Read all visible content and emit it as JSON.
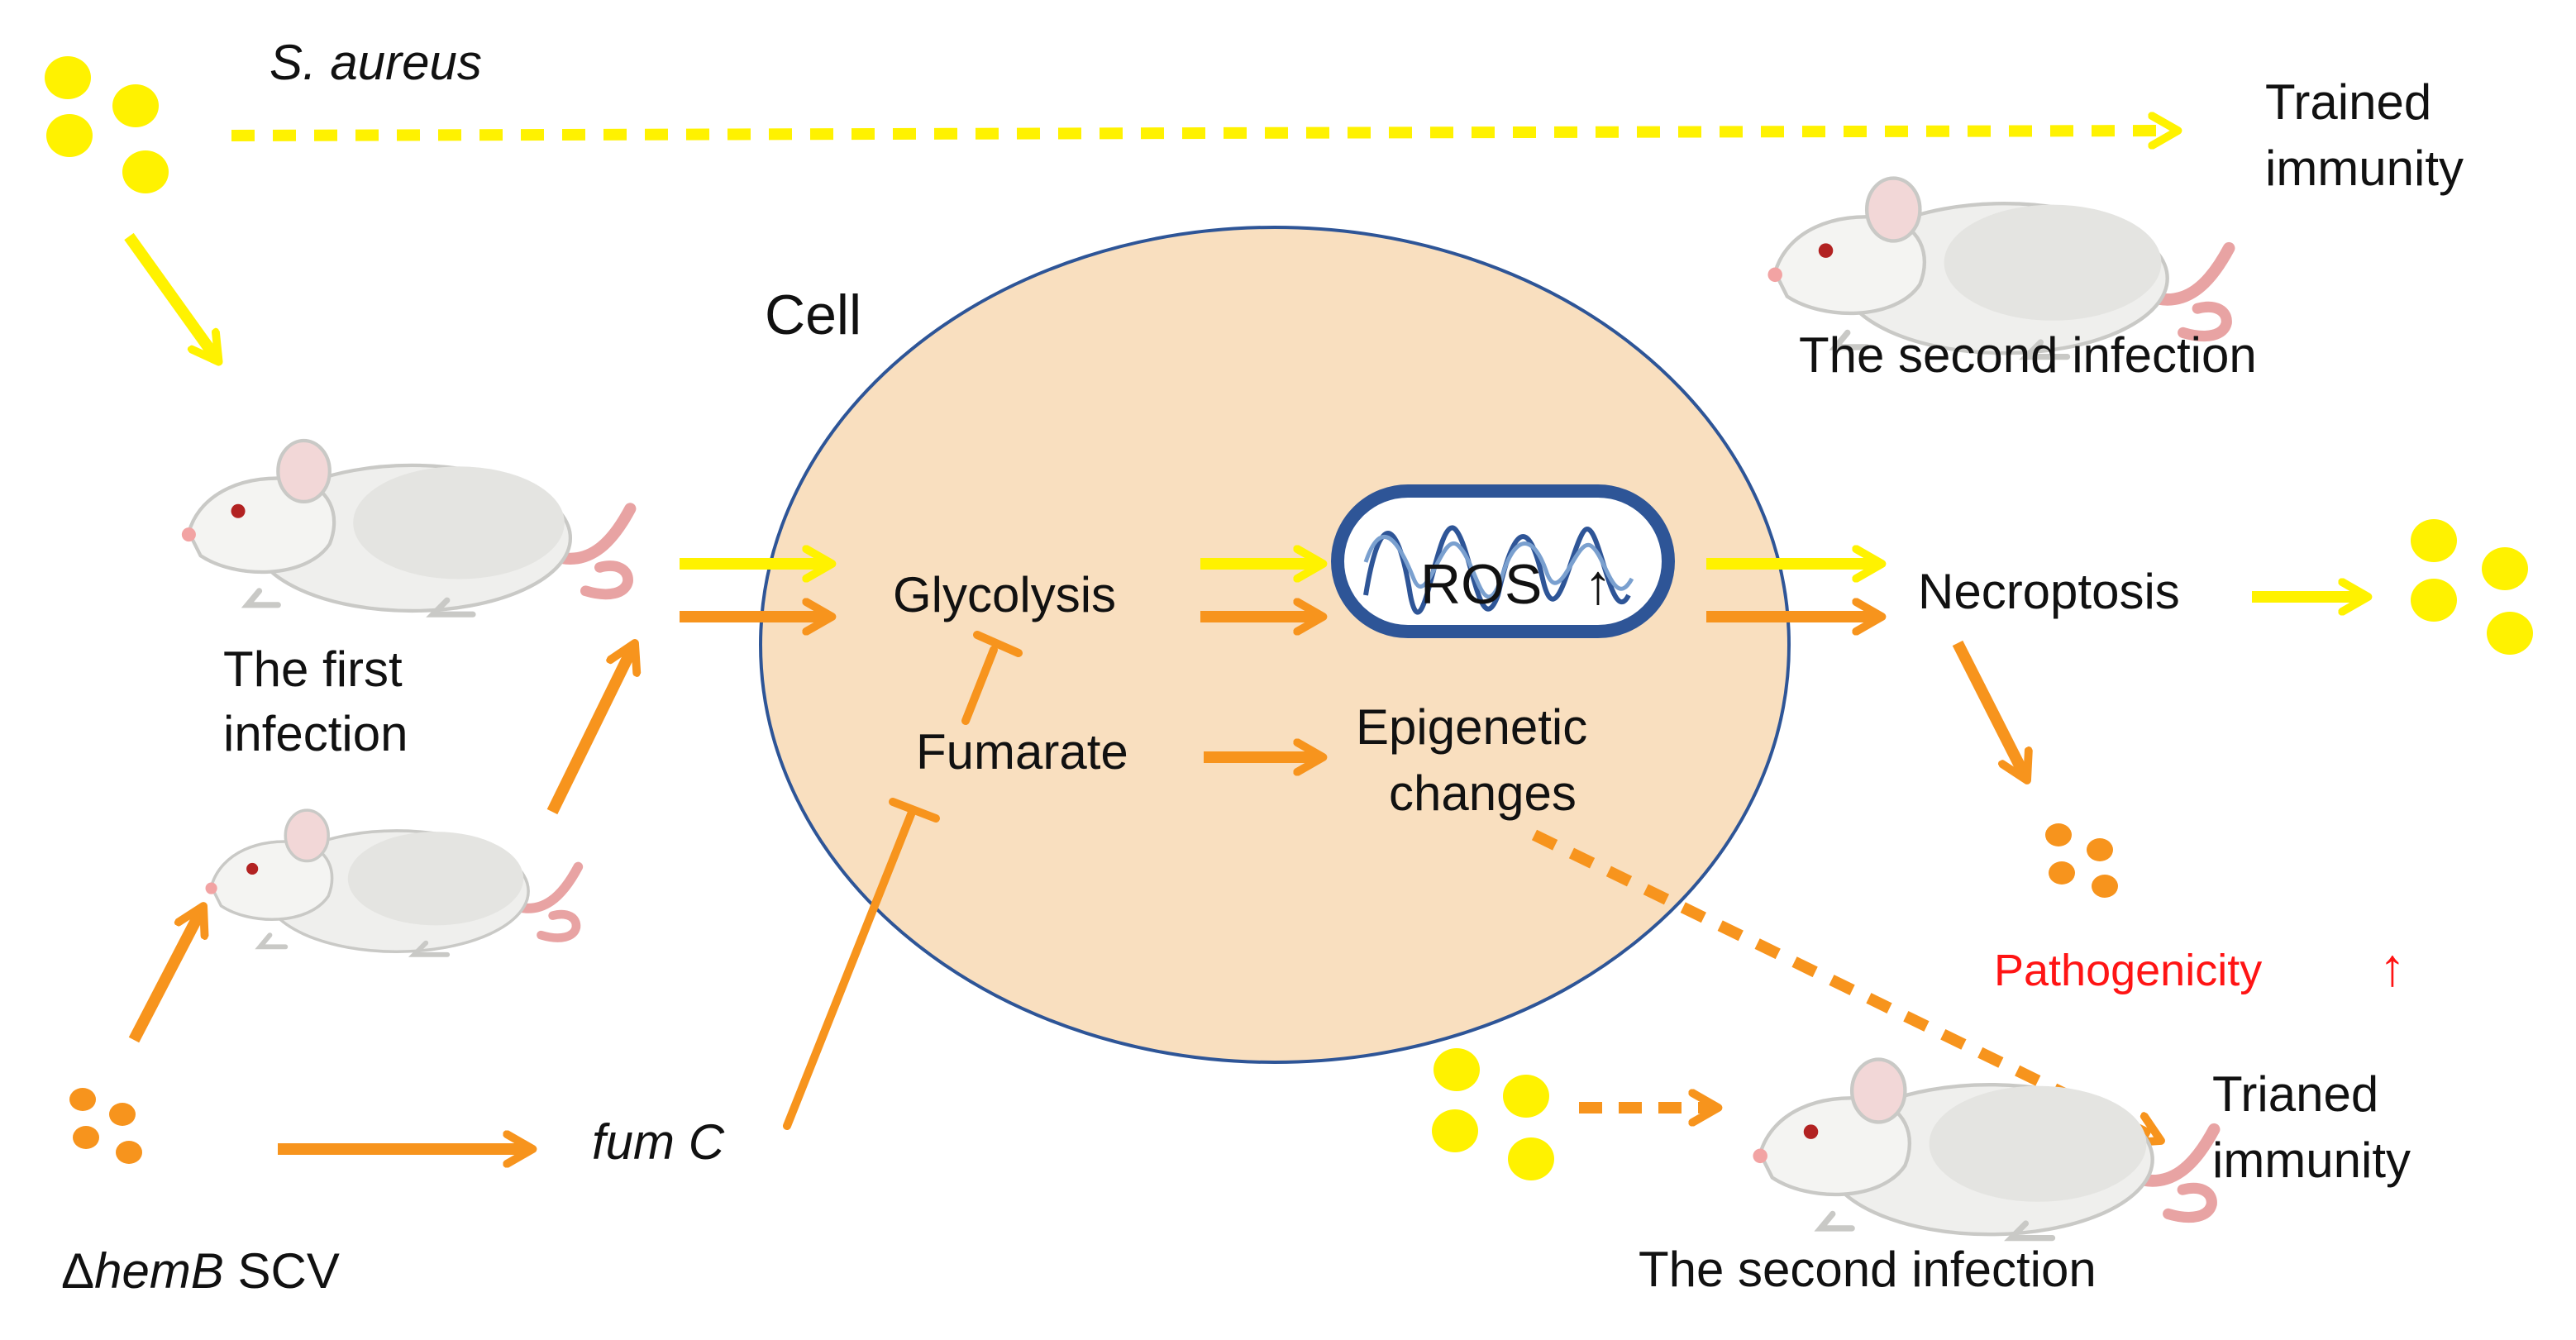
{
  "colors": {
    "yellow": "#fff200",
    "orange": "#f7941d",
    "cell_fill": "#f9dfbf",
    "cell_stroke": "#2e5597",
    "mito_stroke": "#2e5597",
    "red": "#ff1414"
  },
  "icons": {
    "mouse": "mouse-icon",
    "bacteria": "bacteria-cluster-icon",
    "mitochondrion": "mitochondrion-icon"
  },
  "labels": {
    "s_aureus": "S. aureus",
    "trained_immunity_top_line1": "Trained",
    "trained_immunity_top_line2": "immunity",
    "second_infection_top": "The second infection",
    "cell": "Cell",
    "first_infection_line1": "The first",
    "first_infection_line2": "infection",
    "glycolysis": "Glycolysis",
    "fumarate": "Fumarate",
    "ros": "ROS",
    "ros_arrow": "↑",
    "epigenetic_line1": "Epigenetic",
    "epigenetic_line2": "changes",
    "necroptosis": "Necroptosis",
    "pathogenicity": "Pathogenicity",
    "pathogenicity_arrow": "↑",
    "trianed_immunity_line1": "Trianed",
    "trianed_immunity_line2": "immunity",
    "second_infection_bottom": "The second infection",
    "fum_c": "fum C",
    "hemb_delta": "Δ",
    "hemb_gene": "hemB",
    "hemb_suffix": " SCV"
  }
}
